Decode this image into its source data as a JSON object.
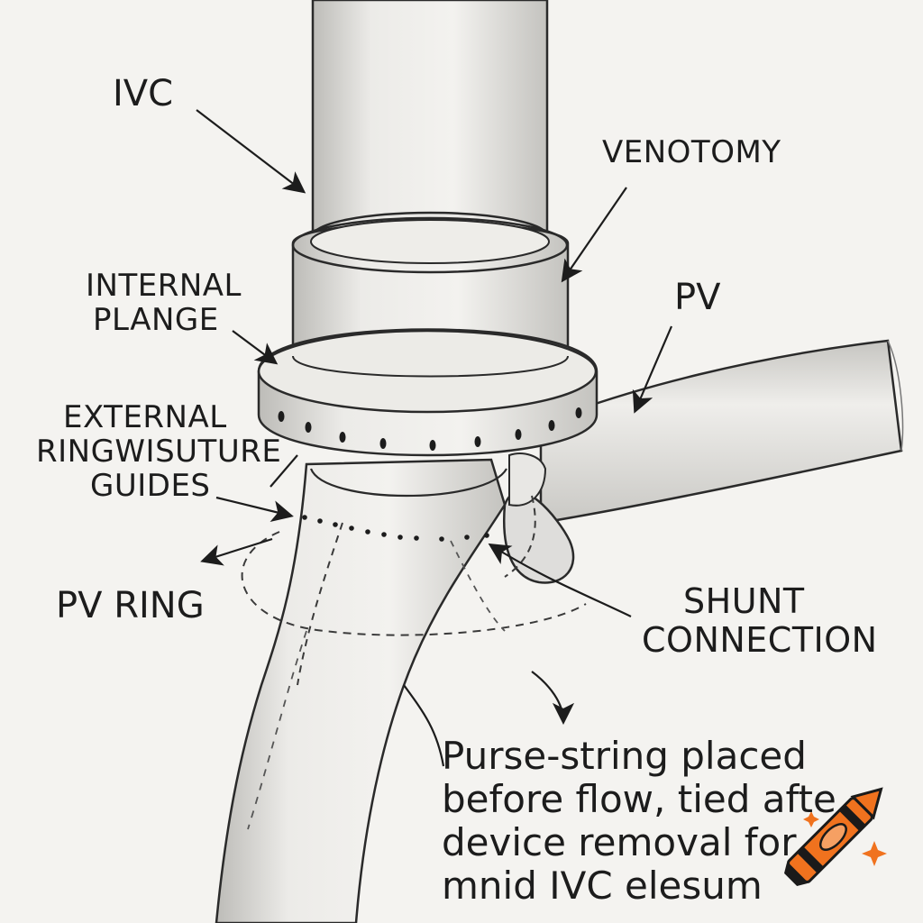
{
  "labels": {
    "ivc": "IVC",
    "venotomy": "VENOTOMY",
    "pv": "PV",
    "internal_flange_line1": "INTERNAL",
    "internal_flange_line2": "PLANGE",
    "external_ring_line1": "EXTERNAL",
    "external_ring_line2": "RINGWISUTURE",
    "external_ring_line3": "GUIDES",
    "pv_ring": "PV RING",
    "shunt_line1": "SHUNT",
    "shunt_line2": "CONNECTION"
  },
  "note": {
    "lines": [
      "Purse-string placed",
      "before flow, tied afte",
      "device removal for",
      "mnid IVC elesum"
    ]
  },
  "colors": {
    "ink": "#1c1c1c",
    "paper": "#f4f3f0",
    "vessel_fill": "#e6e5e2",
    "crayon_orange": "#f0721e"
  },
  "icons": {
    "watermark": "crayon-icon"
  }
}
